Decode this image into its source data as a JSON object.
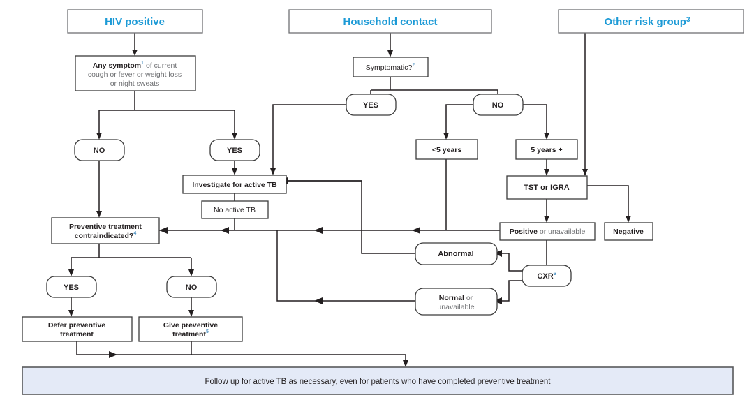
{
  "chart_data": {
    "type": "diagram",
    "title": "TB preventive treatment decision flowchart",
    "headers": [
      {
        "id": "hiv",
        "label": "HIV positive",
        "sup": ""
      },
      {
        "id": "household",
        "label": "Household contact",
        "sup": ""
      },
      {
        "id": "other",
        "label": "Other risk group",
        "sup": "3"
      }
    ],
    "nodes": [
      {
        "id": "any-symptom",
        "shape": "rect",
        "lines": [
          "Any symptom| of current",
          "cough or fever or weight loss",
          "or night sweats"
        ],
        "sup": "1"
      },
      {
        "id": "symptomatic",
        "shape": "rect",
        "label": "Symptomatic?",
        "sup": "2"
      },
      {
        "id": "hiv-no",
        "shape": "round",
        "label": "NO"
      },
      {
        "id": "hiv-yes",
        "shape": "round",
        "label": "YES"
      },
      {
        "id": "hh-yes",
        "shape": "round",
        "label": "YES"
      },
      {
        "id": "hh-no",
        "shape": "round",
        "label": "NO"
      },
      {
        "id": "under5",
        "shape": "rect",
        "label": "<5 years"
      },
      {
        "id": "over5",
        "shape": "rect",
        "label": "5 years +"
      },
      {
        "id": "tst-igra",
        "shape": "rect",
        "label": "TST or IGRA"
      },
      {
        "id": "positive",
        "shape": "rect",
        "label_bold": "Positive",
        "label_rest": " or unavailable"
      },
      {
        "id": "negative",
        "shape": "rect",
        "label": "Negative"
      },
      {
        "id": "investigate",
        "shape": "rect",
        "label": "Investigate for active TB"
      },
      {
        "id": "no-active-tb",
        "shape": "rect",
        "label": "No active TB"
      },
      {
        "id": "contraindicated",
        "shape": "rect",
        "lines": [
          "Preventive treatment",
          "contraindicated?"
        ],
        "sup": "4"
      },
      {
        "id": "abnormal",
        "shape": "round",
        "label": "Abnormal"
      },
      {
        "id": "cxr",
        "shape": "round",
        "label": "CXR",
        "sup": "6"
      },
      {
        "id": "normal",
        "shape": "round",
        "label_bold": "Normal",
        "label_rest": " or",
        "line2": "unavailable"
      },
      {
        "id": "ct-yes",
        "shape": "round",
        "label": "YES"
      },
      {
        "id": "ct-no",
        "shape": "round",
        "label": "NO"
      },
      {
        "id": "defer",
        "shape": "rect",
        "lines": [
          "Defer preventive",
          "treatment"
        ]
      },
      {
        "id": "give",
        "shape": "rect",
        "lines": [
          "Give preventive",
          "treatment"
        ],
        "sup": "5"
      }
    ],
    "footer": "Follow up for active TB as necessary, even for patients who have completed preventive treatment",
    "colors": {
      "header_blue": "#1c9ad6",
      "footer_fill": "#e4eaf7",
      "line": "#231f20",
      "box_stroke": "#3b3b3b",
      "muted_text": "#6d6e71"
    }
  },
  "labels": {
    "hdr_hiv": "HIV positive",
    "hdr_household": "Household contact",
    "hdr_other": "Other risk group",
    "hdr_other_sup": "3",
    "any_symptom_bold": "Any symptom",
    "any_symptom_sup": "1",
    "any_symptom_l1_rest": " of current",
    "any_symptom_l2": "cough or fever or weight loss",
    "any_symptom_l3": "or night sweats",
    "symptomatic": "Symptomatic?",
    "symptomatic_sup": "2",
    "yes": "YES",
    "no": "NO",
    "under5": "<5 years",
    "over5": "5 years +",
    "tst_igra": "TST or IGRA",
    "positive_bold": "Positive",
    "positive_rest": " or unavailable",
    "negative": "Negative",
    "investigate": "Investigate for active TB",
    "no_active_tb": "No active TB",
    "contraindicated_l1": "Preventive treatment",
    "contraindicated_l2": "contraindicated?",
    "contraindicated_sup": "4",
    "abnormal": "Abnormal",
    "cxr": "CXR",
    "cxr_sup": "6",
    "normal_bold": "Normal",
    "normal_rest": " or",
    "normal_l2": "unavailable",
    "defer_l1": "Defer preventive",
    "defer_l2": "treatment",
    "give_l1": "Give preventive",
    "give_l2": "treatment",
    "give_sup": "5",
    "footer": "Follow up for active TB as necessary, even for patients who have completed preventive treatment"
  }
}
